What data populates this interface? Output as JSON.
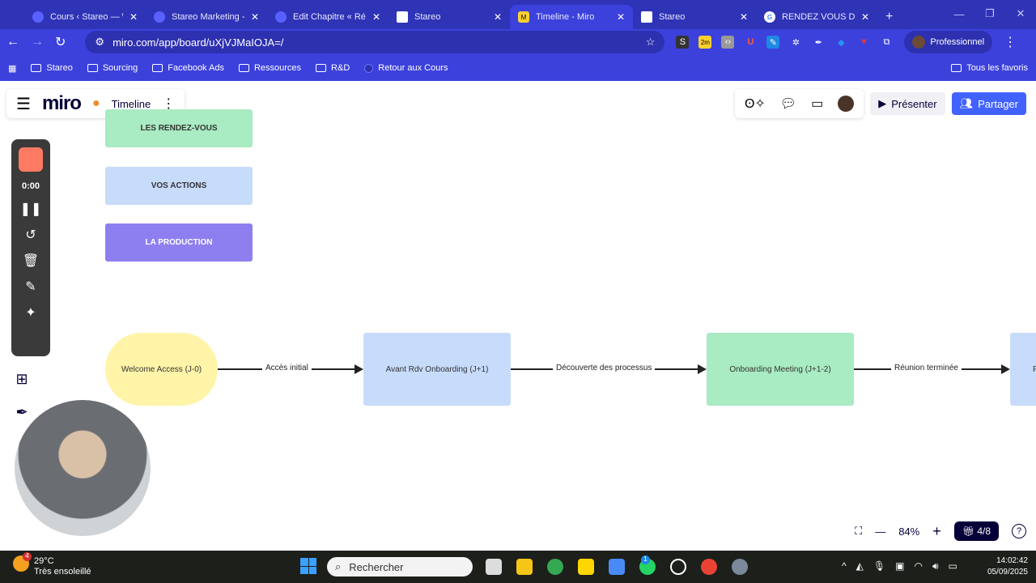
{
  "browser": {
    "tabs": [
      {
        "label": "Cours ‹ Stareo — Wo",
        "active": false
      },
      {
        "label": "Stareo Marketing - D",
        "active": false
      },
      {
        "label": "Edit Chapitre « Réser",
        "active": false
      },
      {
        "label": "Stareo",
        "active": false
      },
      {
        "label": "Timeline - Miro",
        "active": true
      },
      {
        "label": "Stareo",
        "active": false
      },
      {
        "label": "RENDEZ VOUS DE LA",
        "active": false
      }
    ],
    "url": "miro.com/app/board/uXjVJMaIOJA=/",
    "profile": "Professionnel",
    "extension_badge": "2m",
    "bookmarks": [
      "Stareo",
      "Sourcing",
      "Facebook Ads",
      "Ressources",
      "R&D",
      "Retour aux Cours"
    ],
    "all_bookmarks": "Tous les favoris"
  },
  "miro": {
    "logo": "miro",
    "board_name": "Timeline",
    "present": "Présenter",
    "share": "Partager",
    "zoom": "84%",
    "pages": "4/8",
    "recorder_time": "0:00"
  },
  "legend": [
    "LES RENDEZ-VOUS",
    "VOS ACTIONS",
    "LA PRODUCTION"
  ],
  "flow": {
    "nodes": [
      "Welcome Access (J-0)",
      "Avant Rdv Onboarding (J+1)",
      "Onboarding Meeting (J+1-2)",
      "F"
    ],
    "edges": [
      "Accès initial",
      "Découverte des processus",
      "Réunion terminée"
    ]
  },
  "colors": {
    "green": "#a9ebc2",
    "blue": "#c7dbfb",
    "purple": "#8d7ff0",
    "yellow": "#fff4a8",
    "accent": "#4262ff"
  },
  "taskbar": {
    "weather_temp": "29°C",
    "weather_desc": "Très ensoleillé",
    "weather_badge": "4",
    "search": "Rechercher",
    "time": "14:02:42",
    "date": "05/09/2025",
    "whatsapp_badge": "1"
  }
}
